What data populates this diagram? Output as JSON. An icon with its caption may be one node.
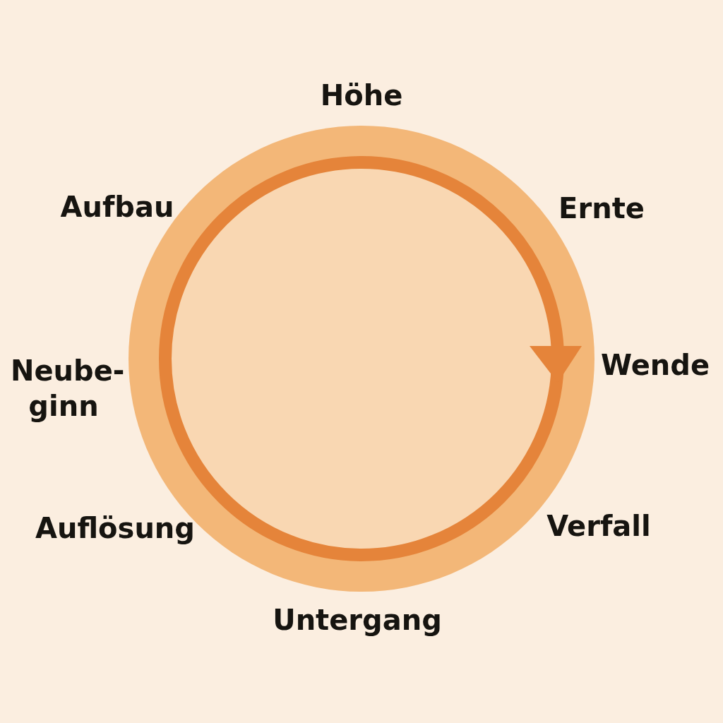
{
  "diagram": {
    "labels": [
      "Höhe",
      "Aufbau",
      "Ernte",
      "Neube- ginn",
      "Wende",
      "Auflösung",
      "Verfall",
      "Untergang"
    ]
  }
}
